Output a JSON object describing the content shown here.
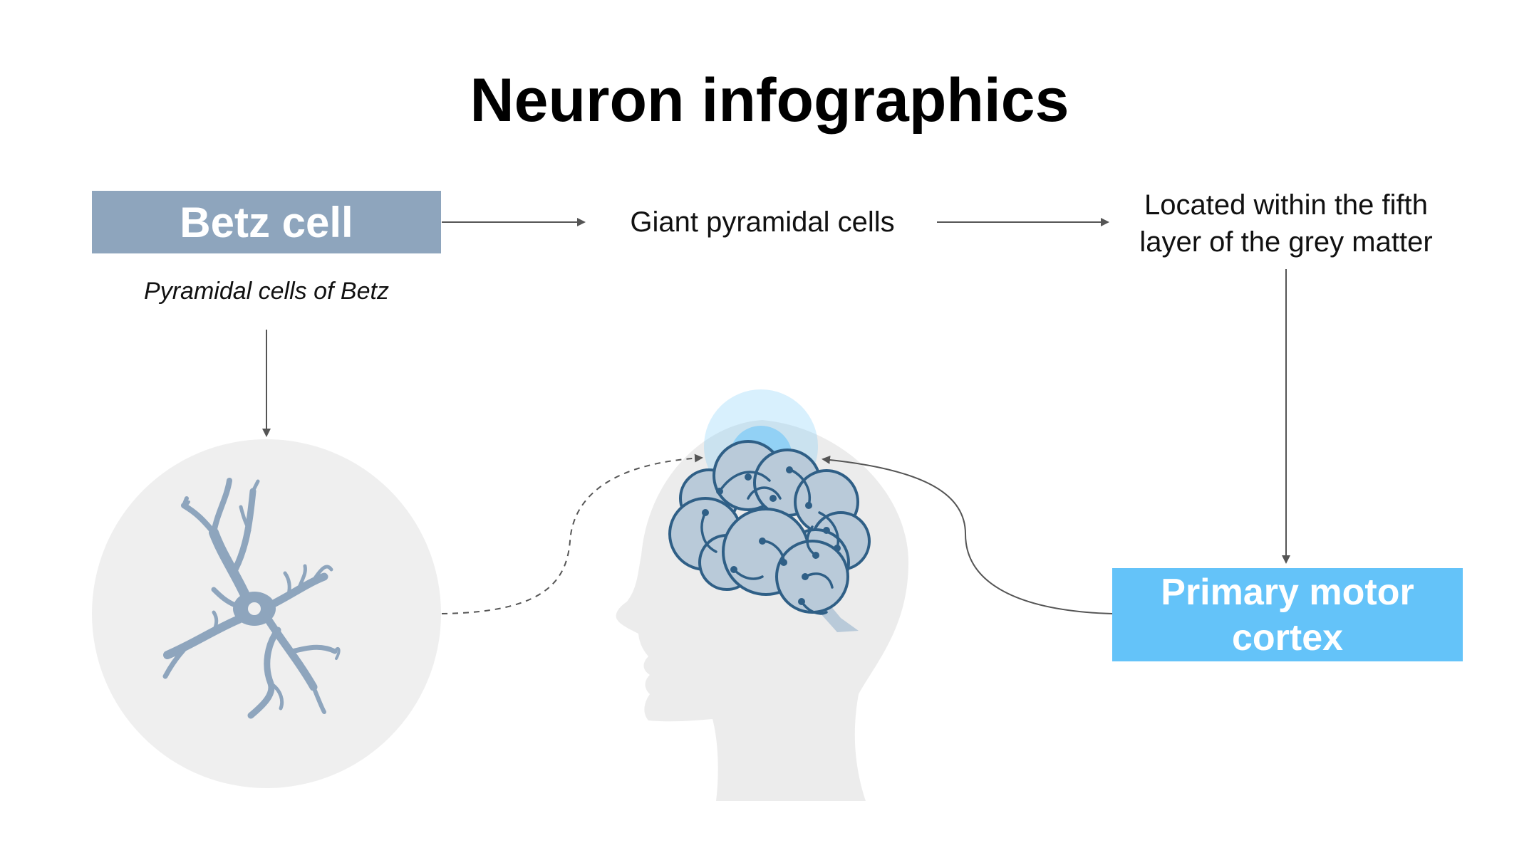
{
  "title": "Neuron infographics",
  "betz": {
    "label": "Betz cell",
    "subtitle": "Pyramidal cells of Betz"
  },
  "giant_label": "Giant pyramidal cells",
  "located": {
    "line1": "Located within the fifth",
    "line2": "layer of the grey matter"
  },
  "cortex": {
    "line1": "Primary motor",
    "line2": "cortex"
  },
  "colors": {
    "betz_box": "#8ea5bd",
    "cortex_box": "#64c3f9",
    "neuron": "#8ea5bd",
    "brain_fill": "#b9cad9",
    "brain_stroke": "#2f5f86",
    "head": "#ececec",
    "glow": "#64c3f9",
    "arrow": "#555555"
  },
  "icons": [
    "neuron-icon",
    "head-icon",
    "brain-icon"
  ]
}
